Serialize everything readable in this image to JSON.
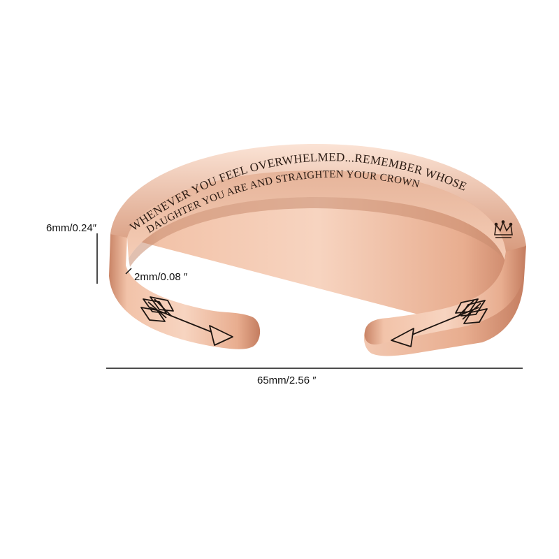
{
  "product": {
    "name": "cuff-bracelet",
    "color": "#e3a98a",
    "engraving": {
      "line1": "WHENEVER YOU FEEL OVERWHELMED...REMEMBER WHOSE",
      "line2": "DAUGHTER YOU ARE AND STRAIGHTEN YOUR CROWN"
    },
    "decorations": [
      "arrow-right-icon",
      "arrow-left-icon",
      "crown-icon"
    ]
  },
  "dimensions": {
    "height_label": "6mm/0.24″",
    "thickness_label": "2mm/0.08 ″",
    "width_label": "65mm/2.56 ″"
  }
}
